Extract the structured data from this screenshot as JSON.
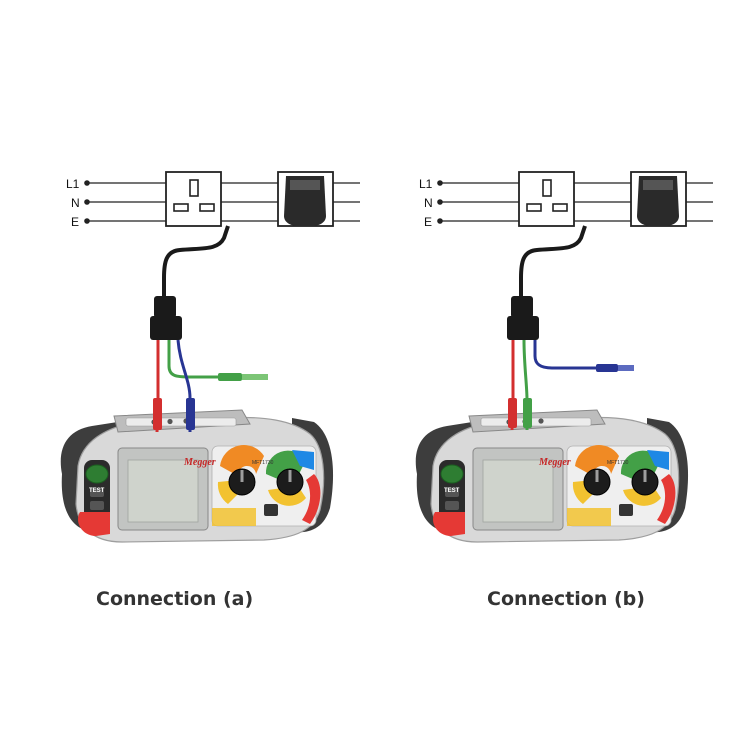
{
  "wires": {
    "l1": "L1",
    "n": "N",
    "e": "E"
  },
  "device": {
    "brand": "Megger",
    "model": "MFT1730",
    "test_button": "TEST"
  },
  "captions": {
    "a": "Connection (a)",
    "b": "Connection (b)"
  },
  "colors": {
    "lead_red": "#d32f2f",
    "lead_green": "#43a047",
    "lead_blue": "#283593",
    "cable": "#1a1a1a",
    "device_body": "#d9d9d9",
    "bumper": "#3d3d3d",
    "screen": "#cfd3cc",
    "accent_red": "#e53935",
    "accent_yellow": "#f2c230",
    "accent_orange": "#f08a24"
  }
}
